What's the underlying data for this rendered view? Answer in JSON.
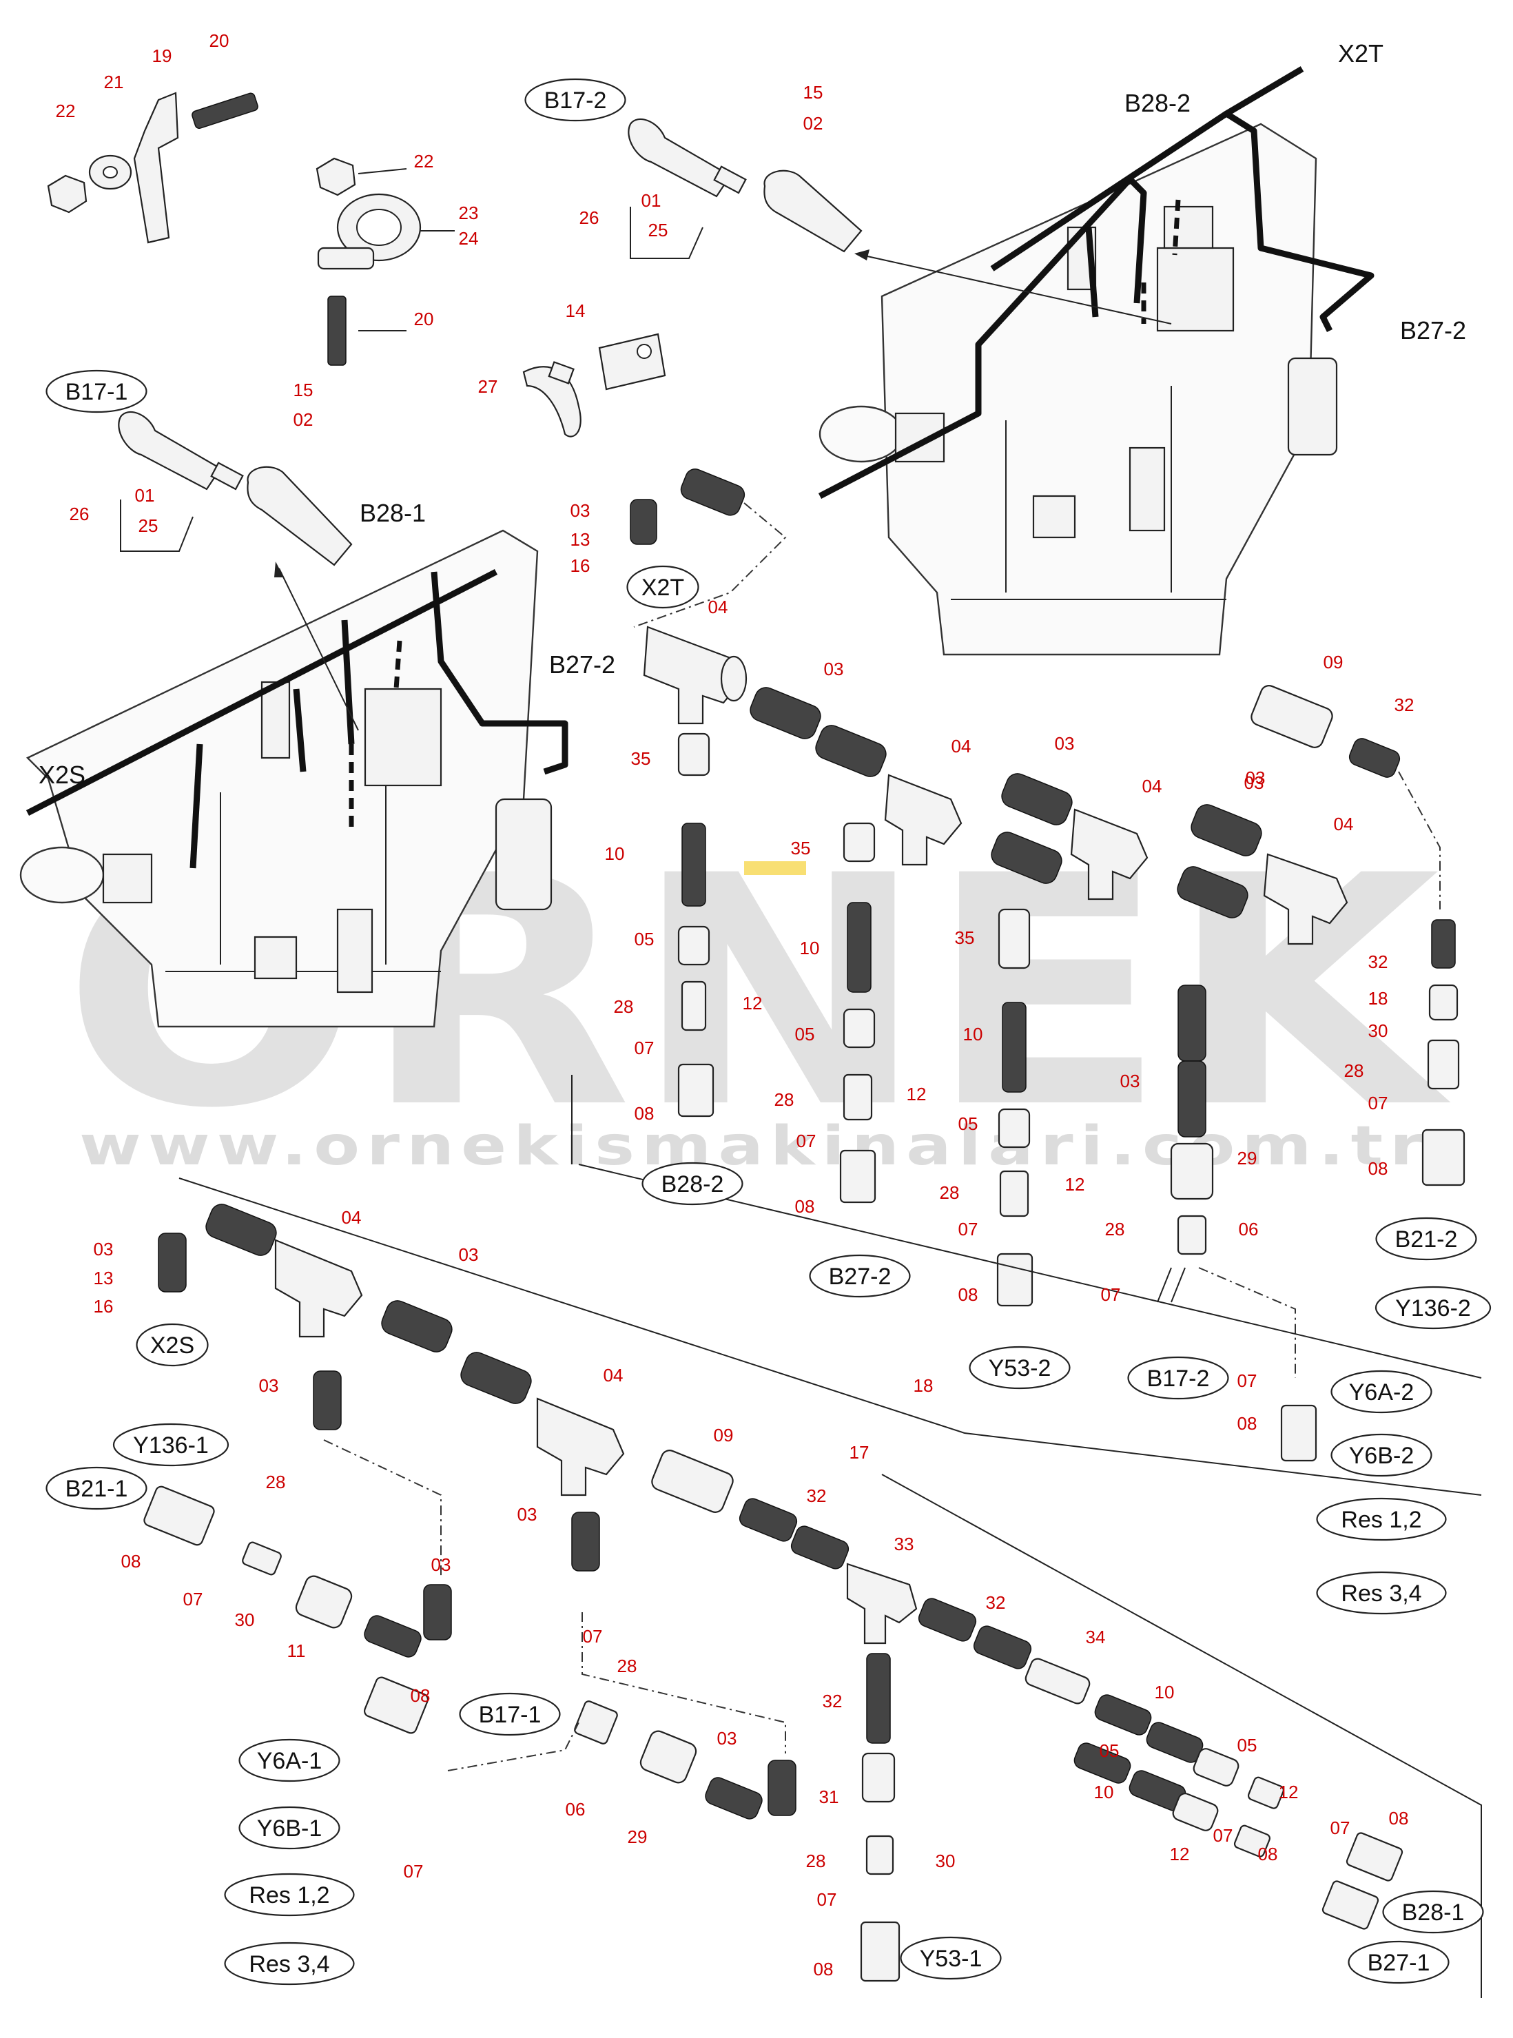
{
  "watermark": {
    "brand": "ÖRNEK",
    "url": "www.ornekismakinalari.com.tr",
    "accent": "#f2c400"
  },
  "colors": {
    "part_number": "#cc0000",
    "line": "#222222",
    "watermark": "#cfcfcf"
  },
  "ref_labels": [
    "B17-2",
    "X2T",
    "B28-2",
    "B27-2",
    "B17-1",
    "B28-1",
    "B27-2",
    "X2S",
    "X2T",
    "B28-2",
    "B27-2",
    "B21-2",
    "Y136-2",
    "Y53-2",
    "B17-2",
    "Y6A-2",
    "Y6B-2",
    "Res 1,2",
    "Res 3,4",
    "X2S",
    "Y136-1",
    "B21-1",
    "B17-1",
    "Y6A-1",
    "Y6B-1",
    "Res 1,2",
    "Res 3,4",
    "Y53-1",
    "B28-1",
    "B27-1"
  ],
  "part_numbers": [
    "20",
    "19",
    "21",
    "22",
    "22",
    "23",
    "24",
    "20",
    "15",
    "02",
    "01",
    "26",
    "25",
    "14",
    "27",
    "15",
    "02",
    "01",
    "26",
    "25",
    "03",
    "13",
    "16",
    "04",
    "03",
    "35",
    "10",
    "05",
    "28",
    "12",
    "07",
    "08",
    "35",
    "10",
    "05",
    "28",
    "12",
    "07",
    "08",
    "04",
    "03",
    "04",
    "03",
    "09",
    "32",
    "04",
    "03",
    "35",
    "10",
    "05",
    "28",
    "12",
    "07",
    "08",
    "03",
    "29",
    "28",
    "06",
    "07",
    "07",
    "08",
    "32",
    "18",
    "30",
    "28",
    "07",
    "08",
    "04",
    "03",
    "03",
    "13",
    "16",
    "03",
    "04",
    "18",
    "09",
    "17",
    "28",
    "03",
    "08",
    "07",
    "30",
    "11",
    "32",
    "33",
    "32",
    "34",
    "10",
    "05",
    "12",
    "07",
    "08",
    "03",
    "07",
    "28",
    "08",
    "06",
    "29",
    "03",
    "07",
    "32",
    "31",
    "28",
    "30",
    "07",
    "08",
    "10",
    "05",
    "12",
    "07",
    "08"
  ]
}
